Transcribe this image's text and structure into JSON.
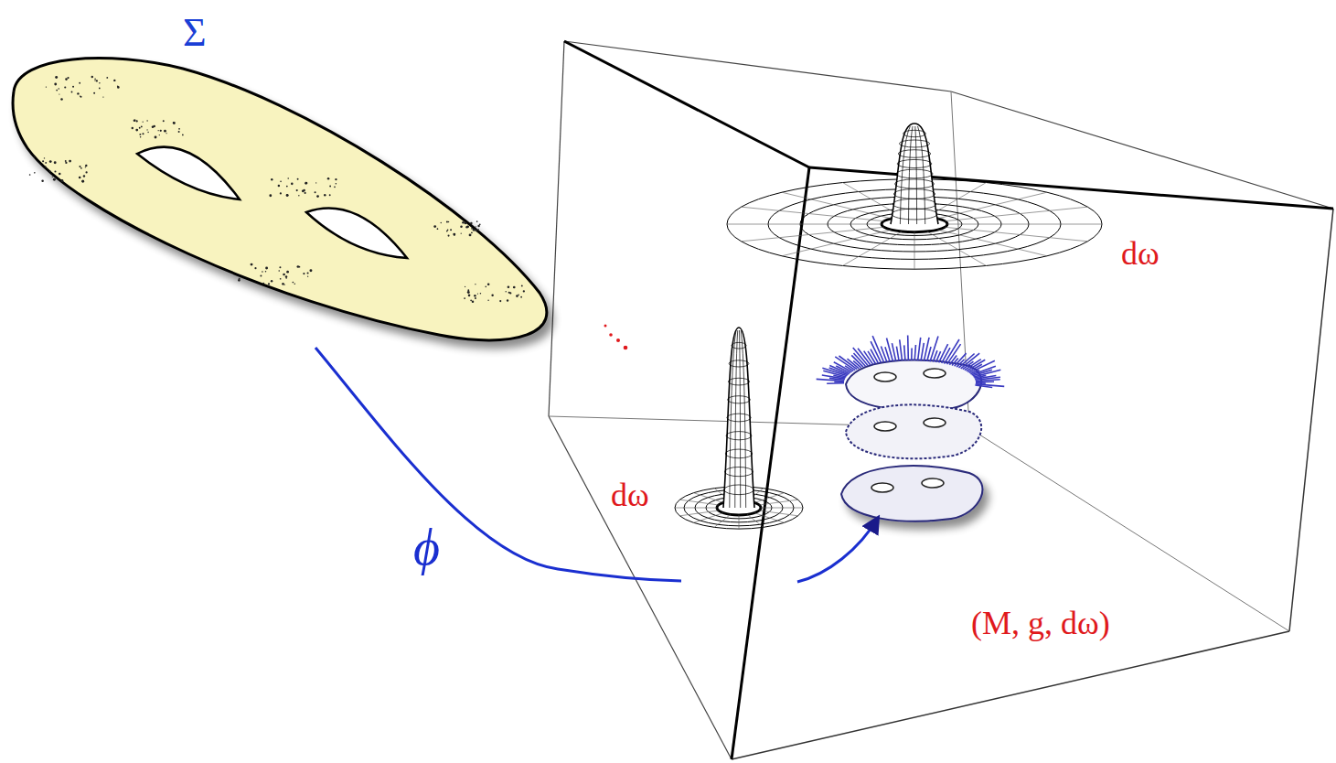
{
  "diagram": {
    "labels": [
      "Σ",
      "ϕ",
      "dω",
      "dω",
      "(M, g, dω)"
    ]
  }
}
